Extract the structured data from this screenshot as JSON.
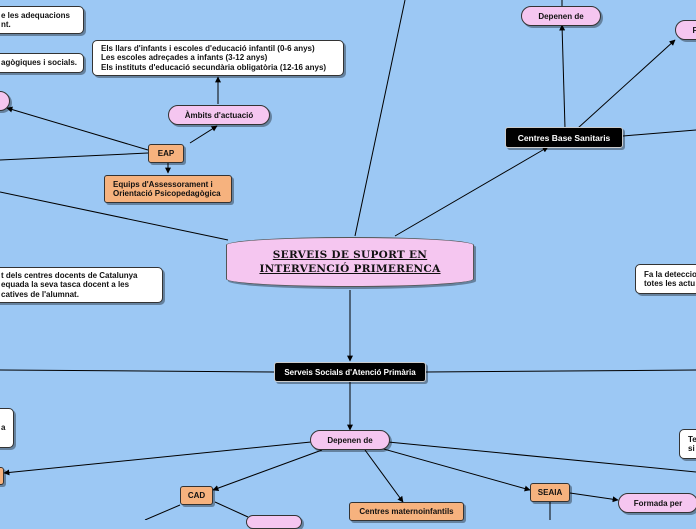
{
  "central_topic": "SERVEIS DE SUPORT EN\nINTERVENCIÓ PRIMERENCA",
  "nodes": {
    "text_adequacions": "e les adequacions\nnt.",
    "text_pedagogiques": "agògiques i socials.",
    "ambits_list": "Els llars d'infants i escoles d'educació infantil (0-6 anys)\nLes escoles adreçades a infants (3-12 anys)\nEls instituts d'educació secundària obligatòria (12-16 anys)",
    "ambits_actuacio": "Àmbits d'actuació",
    "eap": "EAP",
    "eap_full": "Equips d'Assessorament i\nOrientació Psicopedagògica",
    "depenen_de_top": "Depenen de",
    "centres_base": "Centres Base Sanitaris",
    "f_right": "F",
    "centres_docents": "t dels centres docents de Catalunya\nequada la seva tasca docent a les\ncatives de l'alumnat.",
    "fa_deteccio": "Fa la deteccio\ntotes les actu",
    "serveis_socials": "Serveis Socials d'Atenció Primària",
    "a_left": "a",
    "depenen_de_bottom": "Depenen de",
    "te_si": "Te\nsi",
    "cad": "CAD",
    "centres_materno": "Centres maternoinfantils",
    "seaia": "SEAIA",
    "formada_per": "Formada per"
  }
}
